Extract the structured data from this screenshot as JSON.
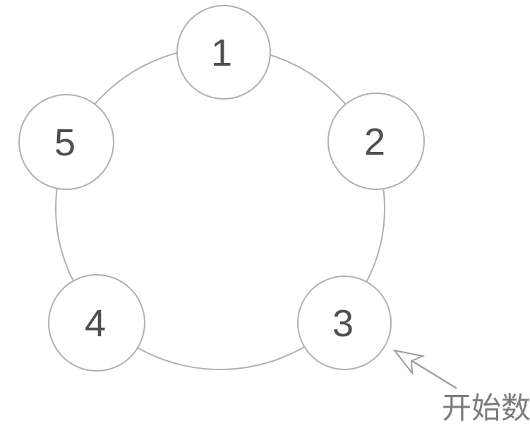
{
  "diagram": {
    "nodes": [
      {
        "label": "1"
      },
      {
        "label": "2"
      },
      {
        "label": "3"
      },
      {
        "label": "4"
      },
      {
        "label": "5"
      }
    ],
    "annotation": {
      "label": "开始数",
      "points_to": "3"
    },
    "colors": {
      "outline": "#b0b0b2",
      "number": "#4f4f51",
      "arrow": "#9d9da0",
      "label_text": "#7c7c7e",
      "background": "#ffffff"
    }
  }
}
